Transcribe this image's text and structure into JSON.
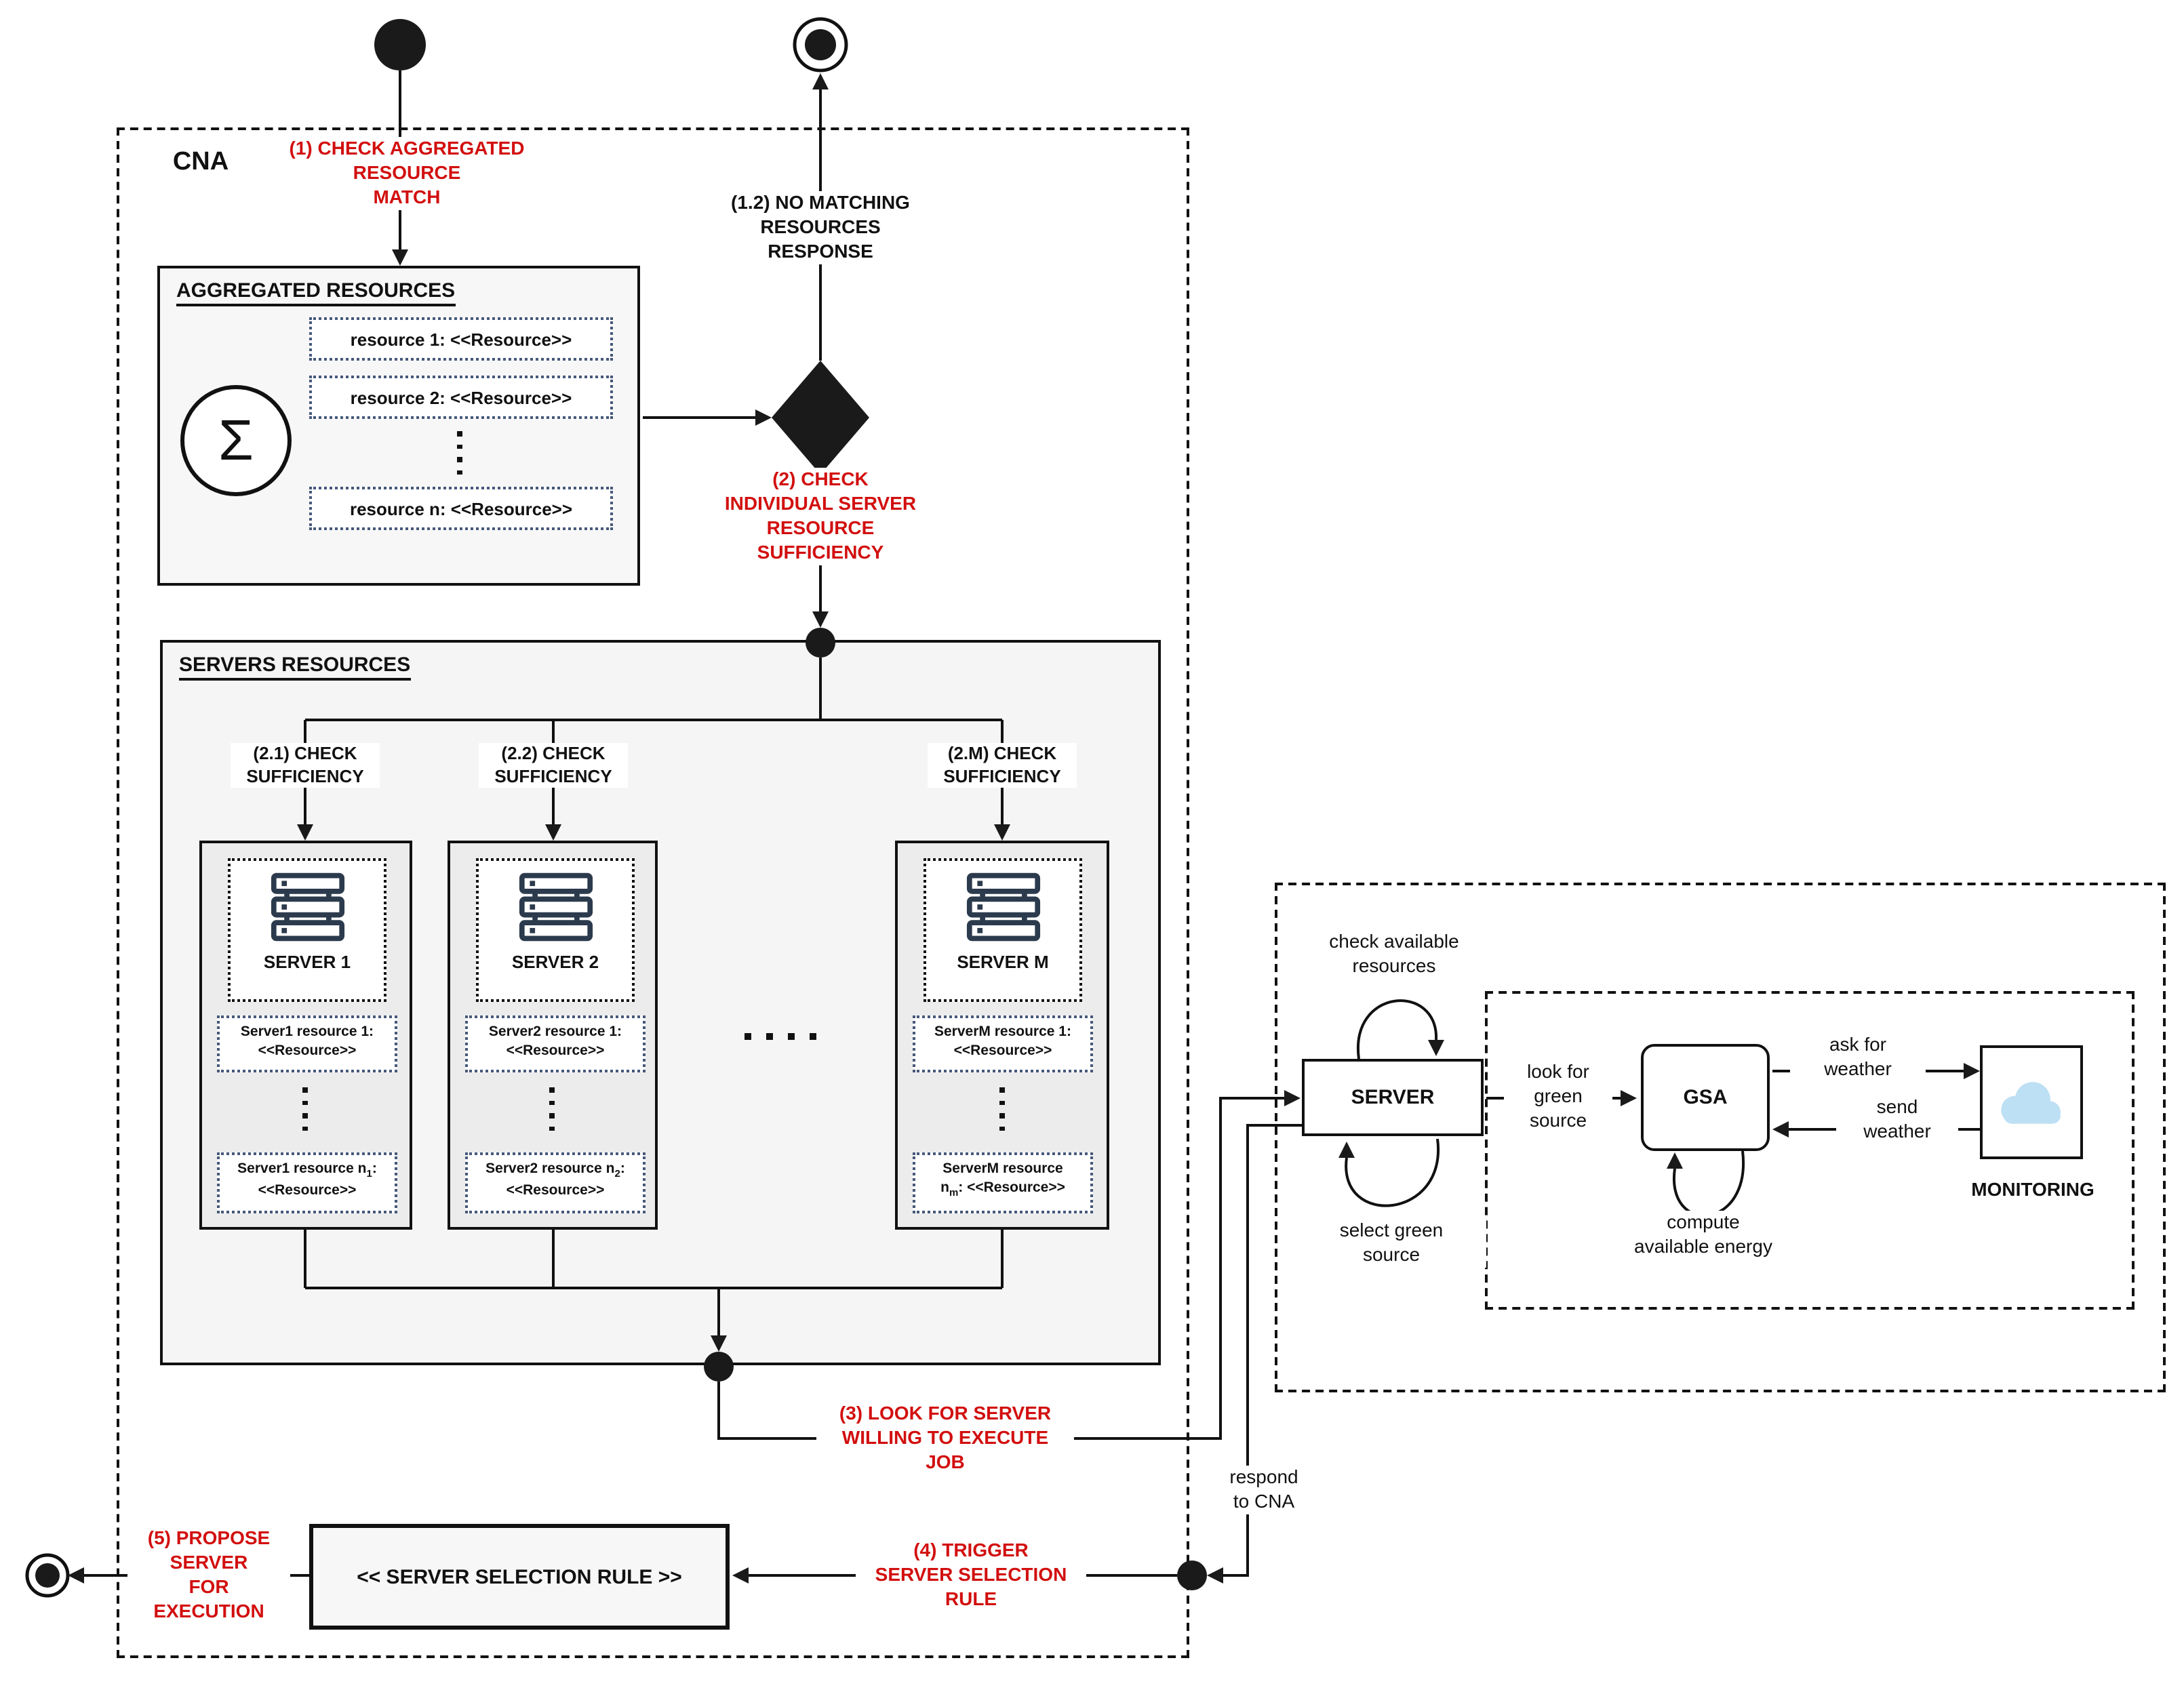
{
  "colors": {
    "red_label": "#D20F0F",
    "server_icon_navy": "#2C3A4D",
    "cloud_blue": "#BEE0F4",
    "panel_fill": "#F5F5F5"
  },
  "cna": {
    "title": "CNA"
  },
  "flow": {
    "step1": "(1) CHECK AGGREGATED\nRESOURCE\nMATCH",
    "step1_2": "(1.2) NO MATCHING\nRESOURCES\nRESPONSE",
    "step2": "(2) CHECK\nINDIVIDUAL SERVER\nRESOURCE\nSUFFICIENCY",
    "step2_1": "(2.1) CHECK\nSUFFICIENCY",
    "step2_2": "(2.2) CHECK\nSUFFICIENCY",
    "step2_M": "(2.M) CHECK\nSUFFICIENCY",
    "step3": "(3) LOOK FOR SERVER\nWILLING TO EXECUTE\nJOB",
    "step4": "(4) TRIGGER\nSERVER SELECTION\nRULE",
    "step5": "(5) PROPOSE\nSERVER\nFOR\nEXECUTION",
    "respond": "respond\nto CNA"
  },
  "aggregated": {
    "title": "AGGREGATED RESOURCES",
    "sigma": "Σ",
    "rows": [
      "resource 1: <<Resource>>",
      "resource 2: <<Resource>>",
      "resource n: <<Resource>>"
    ]
  },
  "servers_panel": {
    "title": "SERVERS RESOURCES",
    "servers": [
      {
        "name": "SERVER 1",
        "res_first": "Server1 resource 1: <<Resource>>",
        "resn_prefix": "Server1 resource n",
        "resn_sub": "1",
        "resn_suffix": ": <<Resource>>"
      },
      {
        "name": "SERVER 2",
        "res_first": "Server2 resource 1: <<Resource>>",
        "resn_prefix": "Server2 resource n",
        "resn_sub": "2",
        "resn_suffix": ": <<Resource>>"
      },
      {
        "name": "SERVER M",
        "res_first": "ServerM resource 1: <<Resource>>",
        "resn_line1": "ServerM resource",
        "resn_prefix": "n",
        "resn_sub": "m",
        "resn_suffix": ": <<Resource>>"
      }
    ]
  },
  "selection": {
    "rule_label": "<< SERVER SELECTION RULE >>"
  },
  "green": {
    "server": "SERVER",
    "gsa": "GSA",
    "monitoring": "MONITORING",
    "check_resources": "check available\nresources",
    "select_green": "select green\nsource",
    "look_for_green": "look for\ngreen\nsource",
    "ask_weather": "ask for\nweather",
    "send_weather": "send\nweather",
    "compute_energy": "compute\navailable energy"
  }
}
